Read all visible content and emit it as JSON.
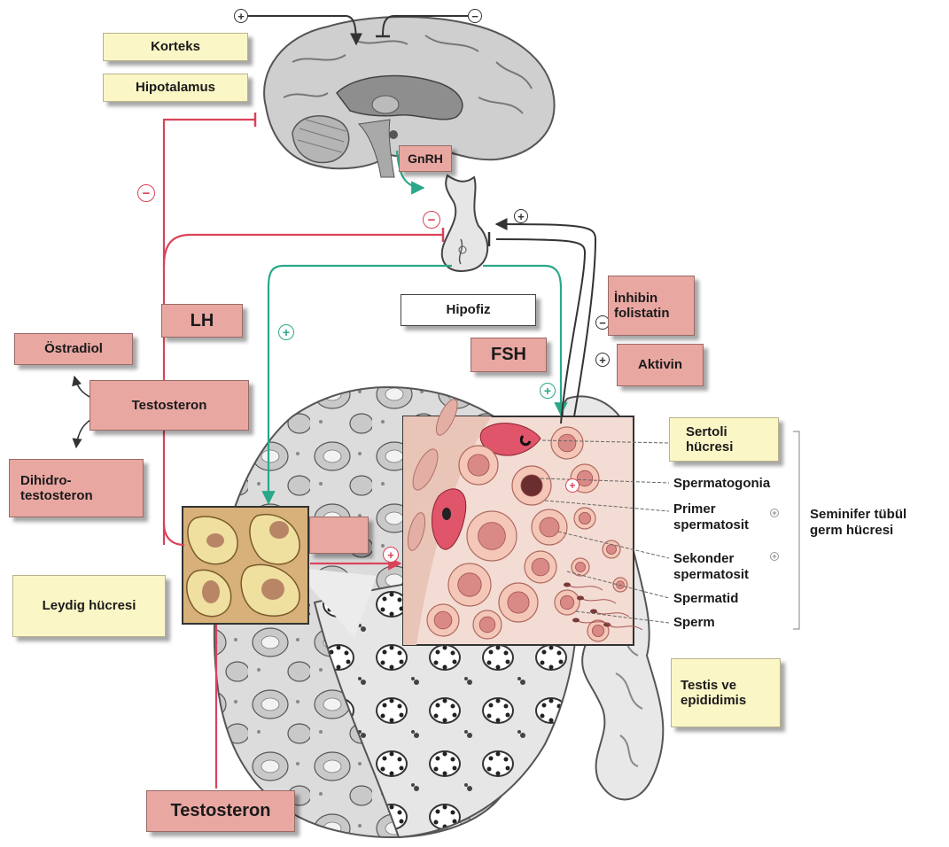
{
  "labels": {
    "korteks": "Korteks",
    "hipotalamus": "Hipotalamus",
    "gnrh": "GnRH",
    "hipofiz": "Hipofiz",
    "lh": "LH",
    "fsh": "FSH",
    "inhibin_folistatin": "İnhibin folistatin",
    "aktivin": "Aktivin",
    "ostradiol": "Östradiol",
    "testosteron": "Testosteron",
    "dihidrotestosteron": "Dihidro-\ntestosteron",
    "leydig": "Leydig hücresi",
    "testosteron_bottom": "Testosteron",
    "sertoli": "Sertoli\nhücresi",
    "spermatogonia": "Spermatogonia",
    "primer": "Primer\nspermatosit",
    "sekonder": "Sekonder\nspermatosit",
    "spermatid": "Spermatid",
    "sperm": "Sperm",
    "seminifer": "Seminifer tübül\ngerm hücresi",
    "testis": "Testis ve\nepididimis"
  },
  "signs": {
    "plus": "+",
    "minus": "−"
  },
  "colors": {
    "inhibit_red": "#d9435a",
    "stimulate_green": "#2aa889",
    "dark_arrow": "#333333",
    "label_yellow": "#fbf6c6",
    "label_pink": "#e9a7a2"
  }
}
